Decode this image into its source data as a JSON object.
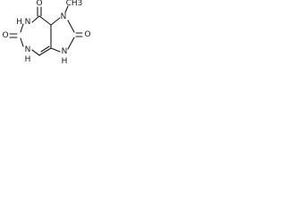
{
  "molecule": {
    "atoms": {
      "o_top": "O",
      "o_left": "O",
      "o_right": "O",
      "n_top_left": "N",
      "h_top_left": "H",
      "n_bottom_left": "N",
      "h_bottom_left": "H",
      "n_bottom_right": "N",
      "h_bottom_right": "H",
      "n_top_right": "N",
      "methyl": "CH3"
    }
  }
}
